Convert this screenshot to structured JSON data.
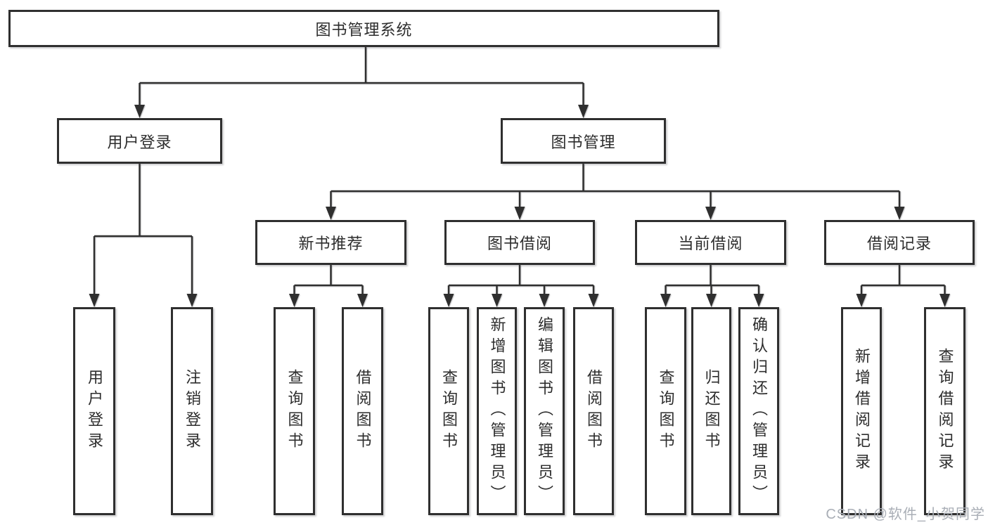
{
  "colors": {
    "line": "#2f2f2f",
    "text": "#2d2d2d",
    "box_background": "#ffffff",
    "watermark": "#a9aeb6"
  },
  "diagram": {
    "root": "图书管理系统",
    "branches": [
      {
        "label": "用户登录",
        "leaves": [
          "用户登录",
          "注销登录"
        ]
      },
      {
        "label": "图书管理",
        "groups": [
          {
            "label": "新书推荐",
            "leaves": [
              "查询图书",
              "借阅图书"
            ]
          },
          {
            "label": "图书借阅",
            "leaves": [
              "查询图书",
              "新增图书（管理员）",
              "编辑图书（管理员）",
              "借阅图书"
            ]
          },
          {
            "label": "当前借阅",
            "leaves": [
              "查询图书",
              "归还图书",
              "确认归还（管理员）"
            ]
          },
          {
            "label": "借阅记录",
            "leaves": [
              "新增借阅记录",
              "查询借阅记录"
            ]
          }
        ]
      }
    ]
  },
  "watermark": {
    "text": "CSDN @软件_小贺同学"
  }
}
